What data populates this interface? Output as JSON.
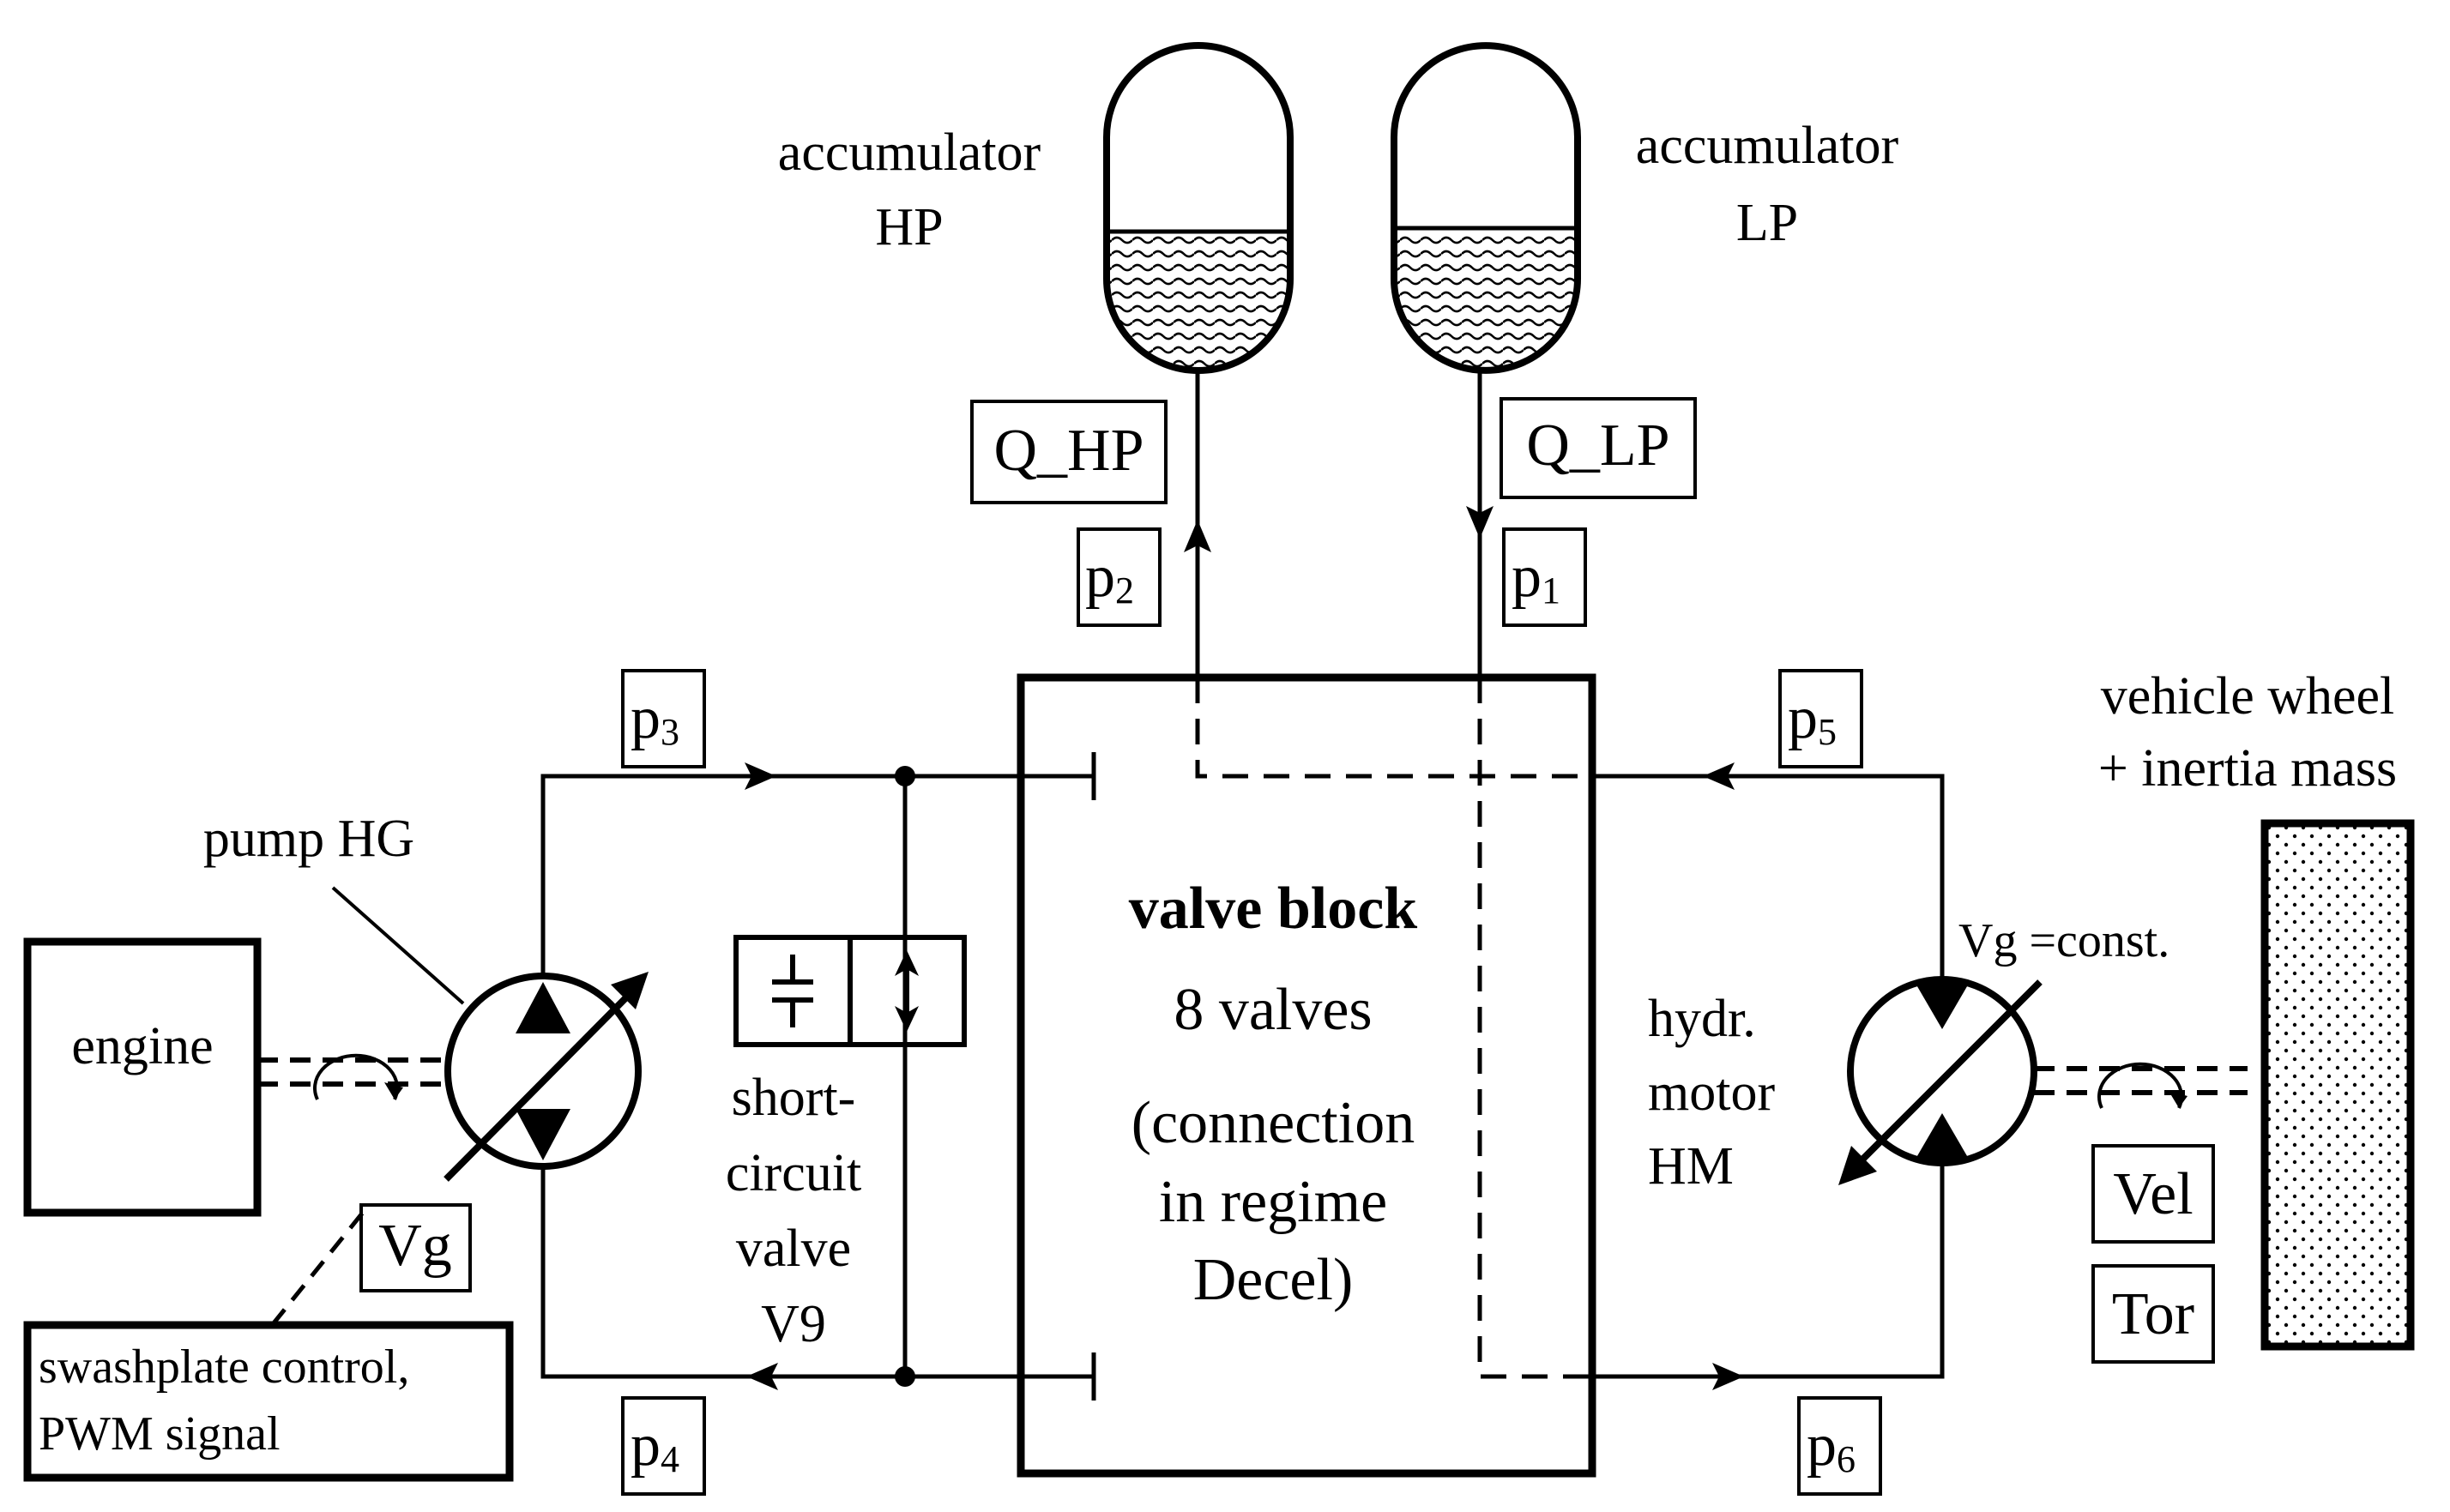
{
  "accumulators": {
    "hp": {
      "line1": "accumulator",
      "line2": "HP"
    },
    "lp": {
      "line1": "accumulator",
      "line2": "LP"
    }
  },
  "flows": {
    "hp": "Q_HP",
    "lp": "Q_LP"
  },
  "pressures": {
    "p1": {
      "base": "p",
      "sub": "1"
    },
    "p2": {
      "base": "p",
      "sub": "2"
    },
    "p3": {
      "base": "p",
      "sub": "3"
    },
    "p4": {
      "base": "p",
      "sub": "4"
    },
    "p5": {
      "base": "p",
      "sub": "5"
    },
    "p6": {
      "base": "p",
      "sub": "6"
    }
  },
  "valve_block": {
    "title": "valve block",
    "count": "8 valves",
    "note_line1": "(connection",
    "note_line2": "in regime",
    "note_line3": "Decel)"
  },
  "engine": "engine",
  "pump": {
    "label": "pump HG",
    "vg": "Vg"
  },
  "swashplate": {
    "line1": "swashplate control,",
    "line2": "PWM signal"
  },
  "short_circuit": {
    "line1": "short-",
    "line2": "circuit",
    "line3": "valve",
    "line4": "V9"
  },
  "motor": {
    "line1": "hydr.",
    "line2": "motor",
    "line3": "HM",
    "vg": "Vg =const."
  },
  "wheel": {
    "line1": "vehicle wheel",
    "line2": "+ inertia mass"
  },
  "outputs": {
    "vel": "Vel",
    "tor": "Tor"
  },
  "colors": {
    "line": "#000000",
    "background": "#ffffff"
  }
}
